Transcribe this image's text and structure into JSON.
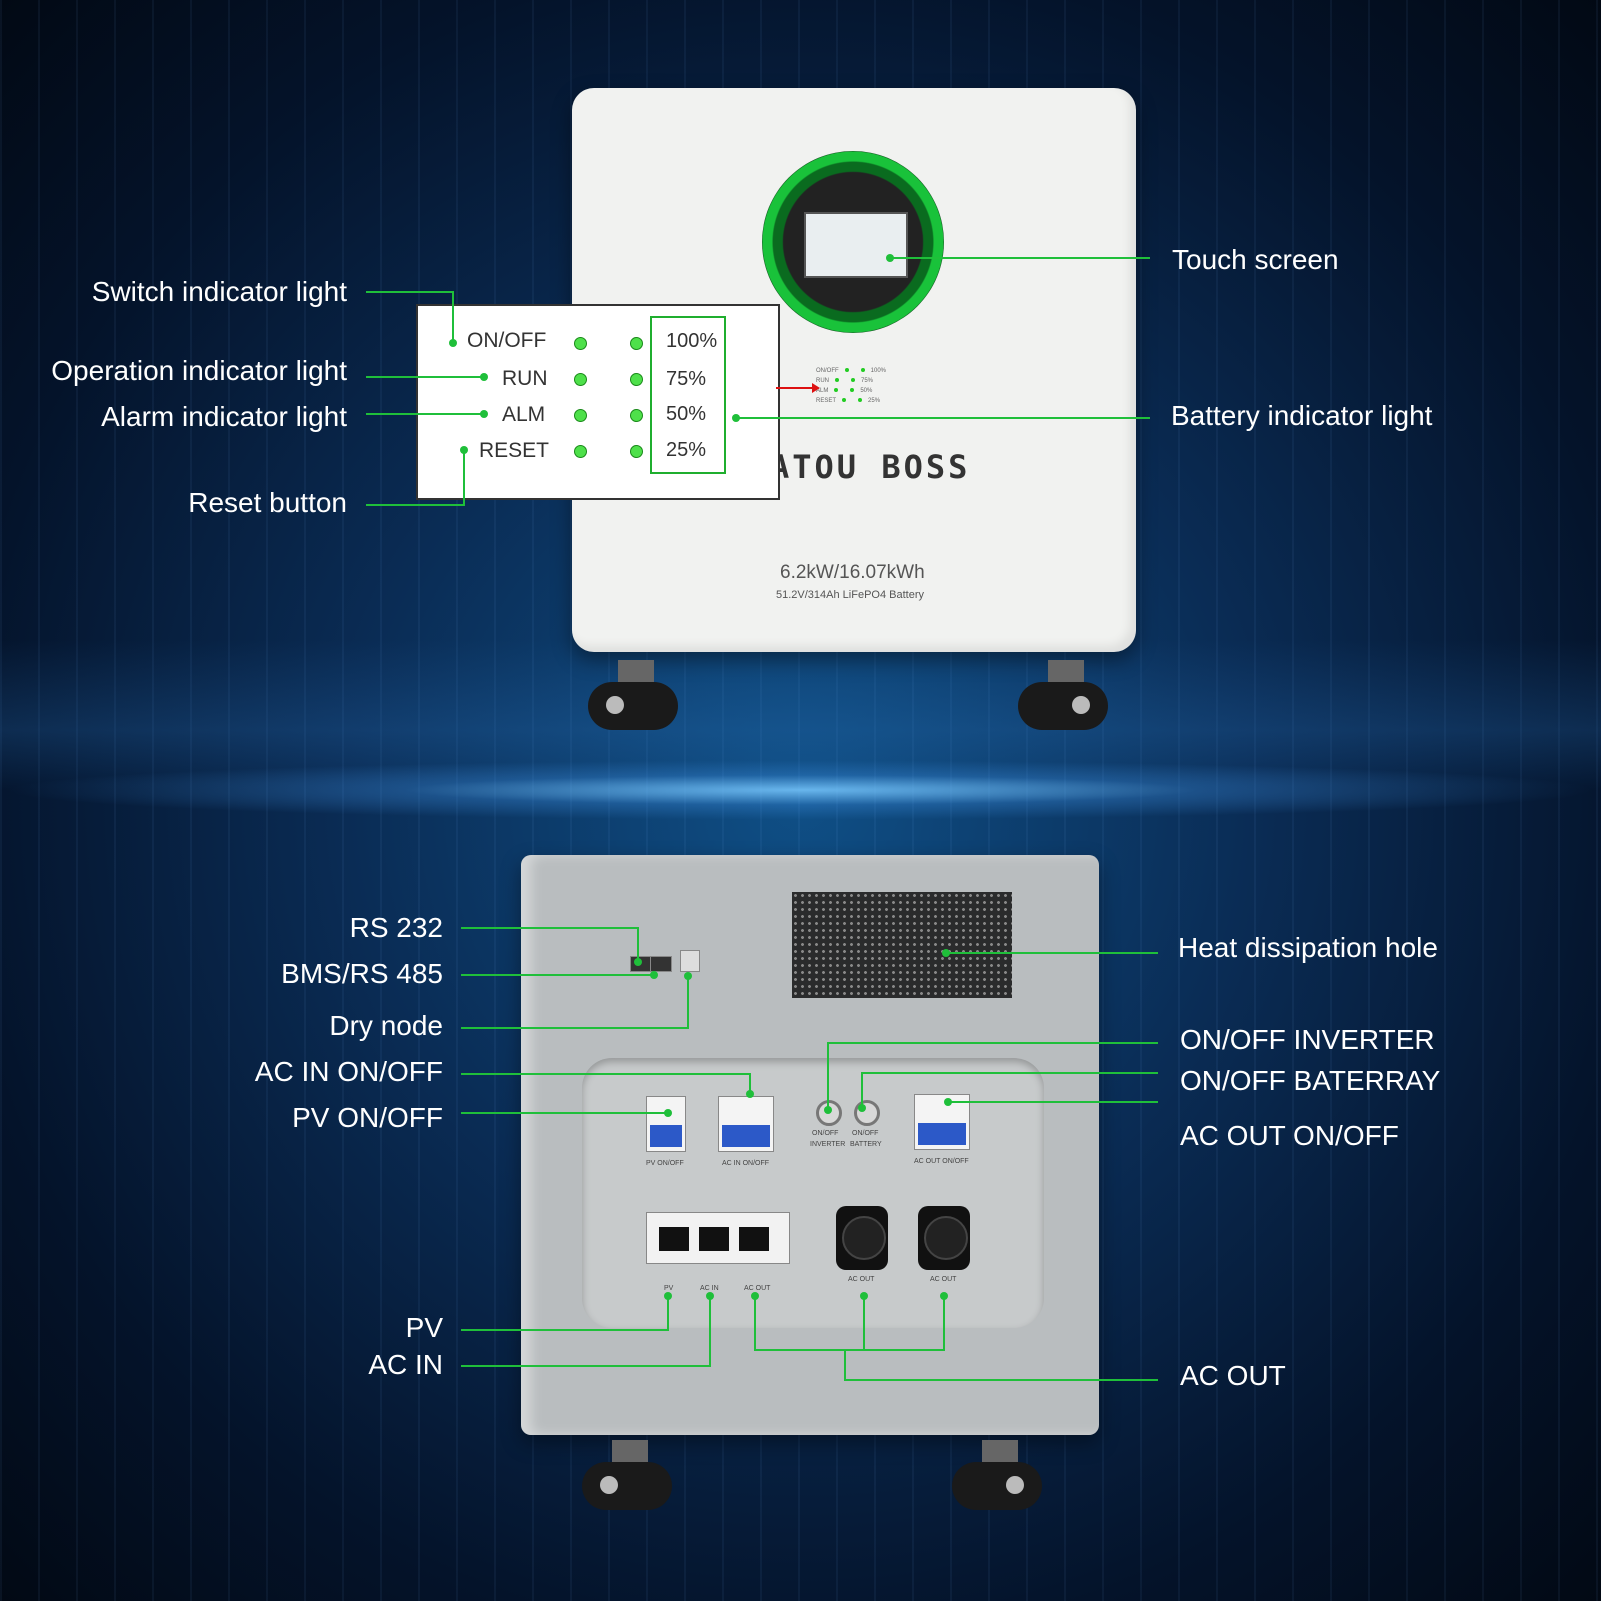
{
  "front_unit": {
    "brand": "ATOU BOSS",
    "model": "6.2kW/16.07kWh",
    "subtitle": "51.2V/314Ah LiFePO4 Battery",
    "mini_labels": [
      "ON/OFF",
      "RUN",
      "ALM",
      "RESET"
    ],
    "mini_percent": [
      "100%",
      "75%",
      "50%",
      "25%"
    ]
  },
  "indicator_box": {
    "rows": [
      "ON/OFF",
      "RUN",
      "ALM",
      "RESET"
    ],
    "percent": [
      "100%",
      "75%",
      "50%",
      "25%"
    ]
  },
  "callouts_left_top": {
    "switch_indicator": "Switch indicator light",
    "operation_indicator": "Operation indicator light",
    "alarm_indicator": "Alarm indicator light",
    "reset_button": "Reset button"
  },
  "callouts_right_top": {
    "touch_screen": "Touch screen",
    "battery_indicator": "Battery indicator light"
  },
  "callouts_left_bottom": {
    "rs232": "RS 232",
    "bms_rs485": "BMS/RS 485",
    "dry_node": "Dry node",
    "ac_in_onoff": "AC IN ON/OFF",
    "pv_onoff": "PV ON/OFF",
    "pv": "PV",
    "ac_in": "AC IN"
  },
  "callouts_right_bottom": {
    "heat_dissipation": "Heat dissipation hole",
    "onoff_inverter": "ON/OFF INVERTER",
    "onoff_battery": "ON/OFF BATERRAY",
    "ac_out_onoff": "AC OUT ON/OFF",
    "ac_out": "AC OUT"
  },
  "rear_panel_labels": {
    "pv_onoff": "PV ON/OFF",
    "ac_in_onoff": "AC IN ON/OFF",
    "onoff": "ON/OFF",
    "inverter": "INVERTER",
    "battery": "BATTERY",
    "ac_out_onoff": "AC OUT ON/OFF",
    "ac_out_1": "AC OUT",
    "ac_out_2": "AC OUT",
    "pv": "PV",
    "ac_in": "AC IN",
    "ac_out": "AC OUT"
  },
  "colors": {
    "line_green": "#1fbf3a",
    "dot_green": "#4ee04a",
    "text_white": "#ffffff"
  }
}
